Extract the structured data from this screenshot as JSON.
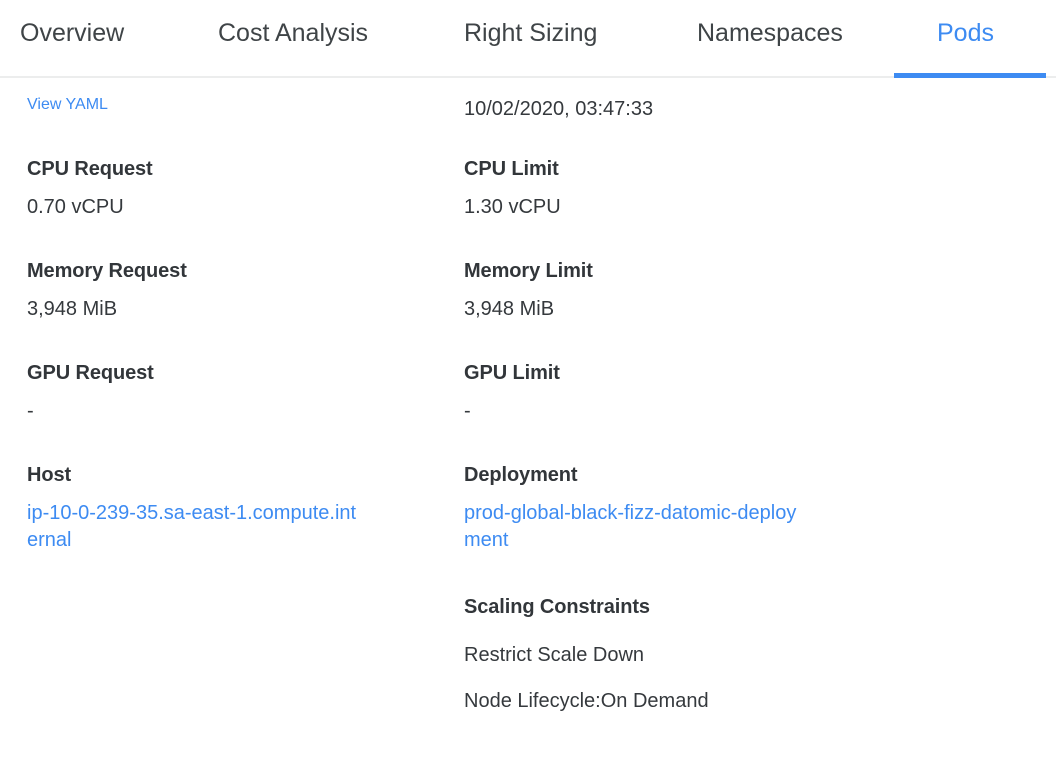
{
  "theme": {
    "accent": "#3d8bf2",
    "link": "#3d8bf2",
    "label_color": "#32363a",
    "value_color": "#35393d",
    "divider": "#eceded",
    "background": "#ffffff"
  },
  "tabs": [
    {
      "id": "overview",
      "label": "Overview",
      "active": false
    },
    {
      "id": "cost-analysis",
      "label": "Cost Analysis",
      "active": false
    },
    {
      "id": "right-sizing",
      "label": "Right Sizing",
      "active": false
    },
    {
      "id": "namespaces",
      "label": "Namespaces",
      "active": false
    },
    {
      "id": "pods",
      "label": "Pods",
      "active": true
    }
  ],
  "left_column": {
    "view_yaml_link": "View YAML",
    "cpu_request": {
      "label": "CPU Request",
      "value": "0.70 vCPU"
    },
    "memory_request": {
      "label": "Memory Request",
      "value": "3,948 MiB"
    },
    "gpu_request": {
      "label": "GPU Request",
      "value": "-"
    },
    "host": {
      "label": "Host",
      "value": "ip-10-0-239-35.sa-east-1.compute.internal"
    }
  },
  "right_column": {
    "timestamp": "10/02/2020, 03:47:33",
    "cpu_limit": {
      "label": "CPU Limit",
      "value": "1.30 vCPU"
    },
    "memory_limit": {
      "label": "Memory Limit",
      "value": "3,948 MiB"
    },
    "gpu_limit": {
      "label": "GPU Limit",
      "value": "-"
    },
    "deployment": {
      "label": "Deployment",
      "value": "prod-global-black-fizz-datomic-deployment"
    },
    "scaling_constraints": {
      "label": "Scaling Constraints",
      "items": [
        "Restrict Scale Down",
        "Node Lifecycle:On Demand"
      ]
    }
  }
}
